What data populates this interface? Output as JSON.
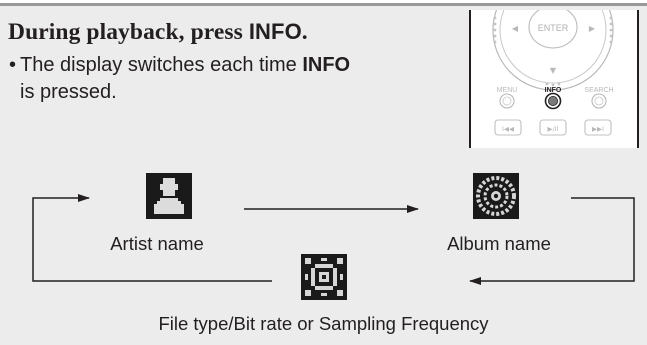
{
  "instruction": {
    "heading_prefix": "During playback, press ",
    "heading_key": "INFO",
    "heading_suffix": ".",
    "bullet_mark": "•",
    "bullet_prefix": "The display switches each time ",
    "bullet_key": "INFO",
    "bullet_suffix": " is pressed."
  },
  "remote": {
    "enter_label": "ENTER",
    "menu_label": "MENU",
    "info_label": "INFO",
    "search_label": "SEARCH",
    "left_arrow": "◀",
    "right_arrow": "▶",
    "down_arrow": "▼",
    "prev_label": "I◀◀",
    "play_pause_label": "▶/II",
    "next_label": "▶▶I"
  },
  "display_modes": [
    {
      "label": "Artist name",
      "icon": "artist-icon"
    },
    {
      "label": "Album name",
      "icon": "album-icon"
    },
    {
      "label": "File type/Bit rate or Sampling Frequency",
      "icon": "file-type-icon"
    }
  ],
  "colors": {
    "panel_background": "#ececec",
    "top_rule": "#9a9a9a",
    "ink": "#231f20"
  }
}
